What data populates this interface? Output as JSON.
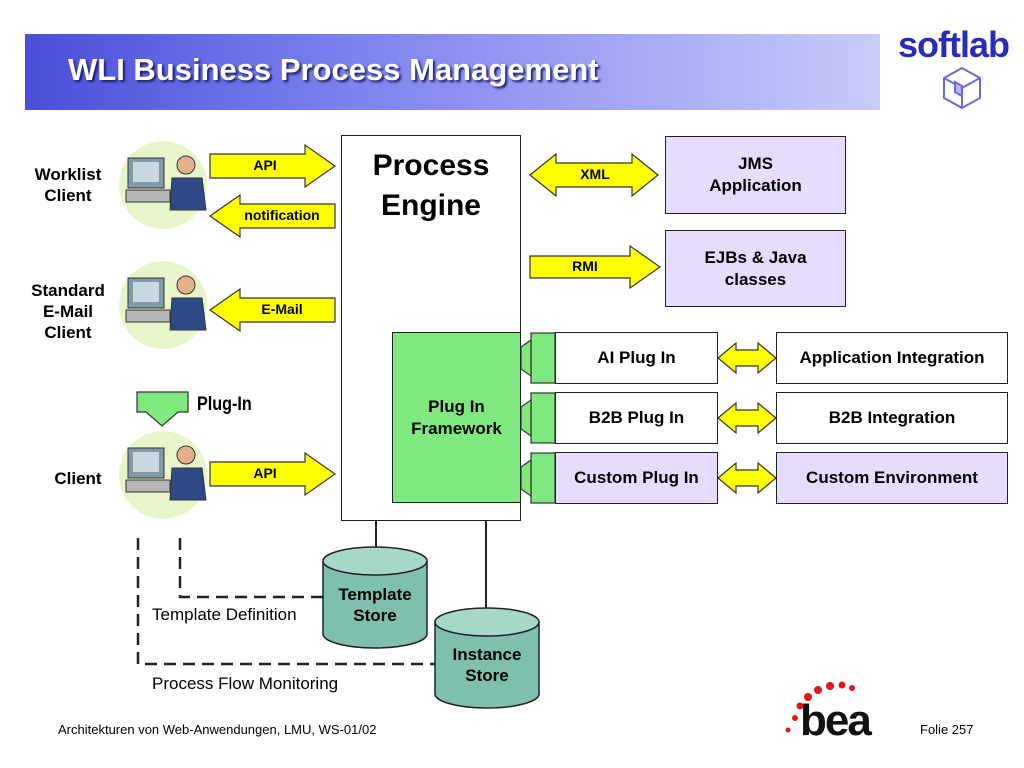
{
  "title": "WLI Business Process Management",
  "logo_top": "softlab",
  "logo_bottom": "bea",
  "clients": {
    "worklist": "Worklist\nClient",
    "email": "Standard\nE-Mail\nClient",
    "client": "Client",
    "plugin_label": "Plug-In"
  },
  "arrows": {
    "api_top": "API",
    "notification": "notification",
    "email": "E-Mail",
    "api_bottom": "API",
    "xml": "XML",
    "rmi": "RMI"
  },
  "engine": {
    "title": "Process\nEngine",
    "framework": "Plug In\nFramework"
  },
  "right": {
    "jms": "JMS\nApplication",
    "ejb": "EJBs & Java\nclasses",
    "plugins": [
      {
        "name": "AI Plug In",
        "target": "Application Integration"
      },
      {
        "name": "B2B Plug In",
        "target": "B2B Integration"
      },
      {
        "name": "Custom Plug In",
        "target": "Custom Environment"
      }
    ]
  },
  "stores": {
    "template": "Template\nStore",
    "instance": "Instance\nStore"
  },
  "dashed_labels": {
    "template_def": "Template Definition",
    "monitoring": "Process Flow Monitoring"
  },
  "footer": "Architekturen von Web-Anwendungen, LMU, WS-01/02",
  "folie": "Folie  257",
  "colors": {
    "arrow_yellow": "#ffff00",
    "plugin_green": "#7fe87f",
    "lilac": "#e6dcfd",
    "title_blue": "#4b4fd9"
  }
}
